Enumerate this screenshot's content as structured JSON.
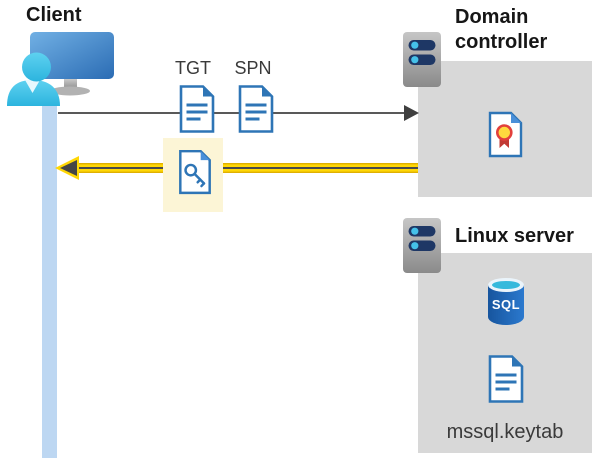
{
  "client": {
    "label": "Client"
  },
  "tickets": {
    "tgt_label": "TGT",
    "spn_label": "SPN"
  },
  "domain_controller": {
    "label": "Domain controller"
  },
  "linux_server": {
    "label": "Linux server",
    "sql_icon_label": "SQL",
    "keytab_label": "mssql.keytab"
  },
  "colors": {
    "zone_gray": "#d8d8d8",
    "timeline_blue": "#bdd7f2",
    "document_blue": "#2e75b6",
    "highlight_yellow": "#fcf5d6",
    "arrow_yellow": "#ffd705",
    "arrow_gray": "#4a4a4a",
    "server_bar_navy": "#1e3765",
    "server_dot_cyan": "#45c1e9",
    "certificate_red": "#c13a34",
    "certificate_gold": "#ffda3e",
    "sql_blue": "#17559e",
    "person_cyan": "#3fc3e8"
  }
}
